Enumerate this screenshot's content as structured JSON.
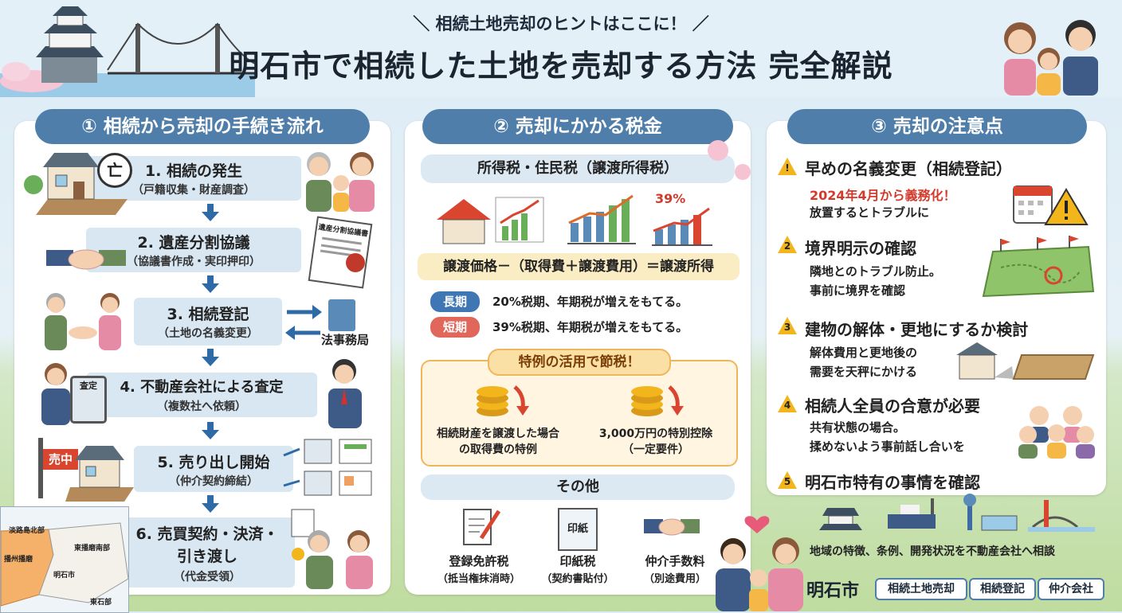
{
  "header": {
    "subtitle": "＼ 相続土地売却のヒントはここに！ ／",
    "title": "明石市で相続した土地を売却する方法 完全解説"
  },
  "col1": {
    "heading": "① 相続から売却の手続き流れ",
    "steps": [
      {
        "title": "1. 相続の発生",
        "sub": "（戸籍収集・財産調査）"
      },
      {
        "title": "2. 遺産分割協議",
        "sub": "（協議書作成・実印押印）"
      },
      {
        "title": "3. 相続登記",
        "sub": "（土地の名義変更）"
      },
      {
        "title": "4. 不動産会社による査定",
        "sub": "（複数社へ依頼）"
      },
      {
        "title": "5. 売り出し開始",
        "sub": "（仲介契約締結）"
      },
      {
        "title": "6. 売買契約・決済・",
        "title2": "引き渡し",
        "sub": "（代金受領）"
      }
    ],
    "death_mark": "亡",
    "document_label": "遺産分割協議書",
    "legal_office": "法事務局",
    "appraisal_label": "査定",
    "sale_sign": "売中",
    "map_labels": [
      "淡路島北部",
      "播州播磨",
      "明石市",
      "東播磨南部",
      "東石部"
    ]
  },
  "col2": {
    "heading": "② 売却にかかる税金",
    "tax_type": "所得税・住民税（譲渡所得税）",
    "chart_rate": "39%",
    "formula": "譲渡価格－（取得費＋譲渡費用）＝譲渡所得",
    "long": {
      "tag": "長期",
      "text": "20%税期、年期税が増えをもてる。"
    },
    "short": {
      "tag": "短期",
      "text": "39%税期、年期税が増えをもてる。"
    },
    "special_title": "特例の活用で節税！",
    "special_left": [
      "相続財産を譲渡した場合",
      "の取得費の特例"
    ],
    "special_right": [
      "3,000万円の特別控除",
      "（一定要件）"
    ],
    "other_heading": "その他",
    "others": [
      {
        "name": "登録免許税",
        "note": "（抵当権抹消時）"
      },
      {
        "name": "印紙税",
        "note": "（契約書貼付）",
        "icon_text": "印紙"
      },
      {
        "name": "仲介手数料",
        "note": "（別途費用）"
      }
    ]
  },
  "col3": {
    "heading": "③ 売却の注意点",
    "points": [
      {
        "num": "!",
        "title": "早めの名義変更（相続登記）",
        "highlight": "2024年4月から義務化！",
        "body": [
          "放置するとトラブルに"
        ]
      },
      {
        "num": "2",
        "title": "境界明示の確認",
        "body": [
          "隣地とのトラブル防止。",
          "事前に境界を確認"
        ]
      },
      {
        "num": "3",
        "title": "建物の解体・更地にするか検討",
        "body": [
          "解体費用と更地後の",
          "需要を天秤にかける"
        ]
      },
      {
        "num": "4",
        "title": "相続人全員の合意が必要",
        "body": [
          "共有状態の場合。",
          "揉めないよう事前話し合いを"
        ]
      },
      {
        "num": "5",
        "title": "明石市特有の事情を確認",
        "body": [
          "地域の特徴、条例、開発状況を不動産会社へ相談"
        ]
      }
    ]
  },
  "footer": {
    "city": "明石市",
    "tags": [
      "相続土地売却",
      "相続登記",
      "仲介会社"
    ]
  },
  "colors": {
    "accent": "#4f7eab",
    "arrow": "#2d6aa6",
    "long": "#3f77b5",
    "short": "#e0675a",
    "warn": "#f2b51c",
    "red_text": "#d43a2c"
  }
}
